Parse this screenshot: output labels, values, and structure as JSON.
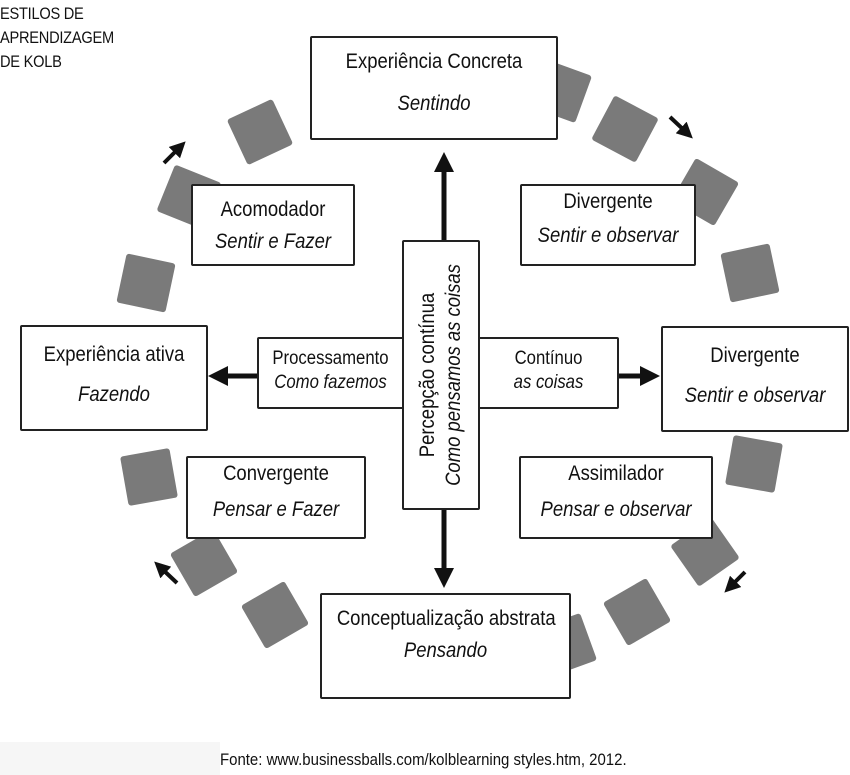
{
  "title": {
    "lines": [
      "ESTILOS DE",
      "APRENDIZAGEM",
      "DE KOLB"
    ]
  },
  "nodes": {
    "concrete": {
      "title": "Experiência Concreta",
      "subtitle": "Sentindo"
    },
    "accommodator": {
      "title": "Acomodador",
      "subtitle": "Sentir e Fazer"
    },
    "diverger_top": {
      "title": "Divergente",
      "subtitle": "Sentir e observar"
    },
    "active": {
      "title": "Experiência ativa",
      "subtitle": "Fazendo"
    },
    "processing": {
      "title": "Processamento",
      "subtitle": "Como fazemos"
    },
    "continuum": {
      "title": "Contínuo",
      "subtitle": "as coisas"
    },
    "diverger_right": {
      "title": "Divergente",
      "subtitle": "Sentir e observar"
    },
    "perception": {
      "title": "Percepção contínua",
      "subtitle": "Como pensamos as coisas"
    },
    "converger": {
      "title": "Convergente",
      "subtitle": "Pensar e Fazer"
    },
    "assimilator": {
      "title": "Assimilador",
      "subtitle": "Pensar e observar"
    },
    "abstract": {
      "title": "Conceptualização abstrata",
      "subtitle": "Pensando"
    }
  },
  "cycle_direction": "clockwise",
  "colors": {
    "square": "#7a7a7a",
    "stroke": "#222222",
    "arrow": "#111111"
  },
  "source_note": "Fonte: www.businessballs.com/kolblearning styles.htm, 2012."
}
